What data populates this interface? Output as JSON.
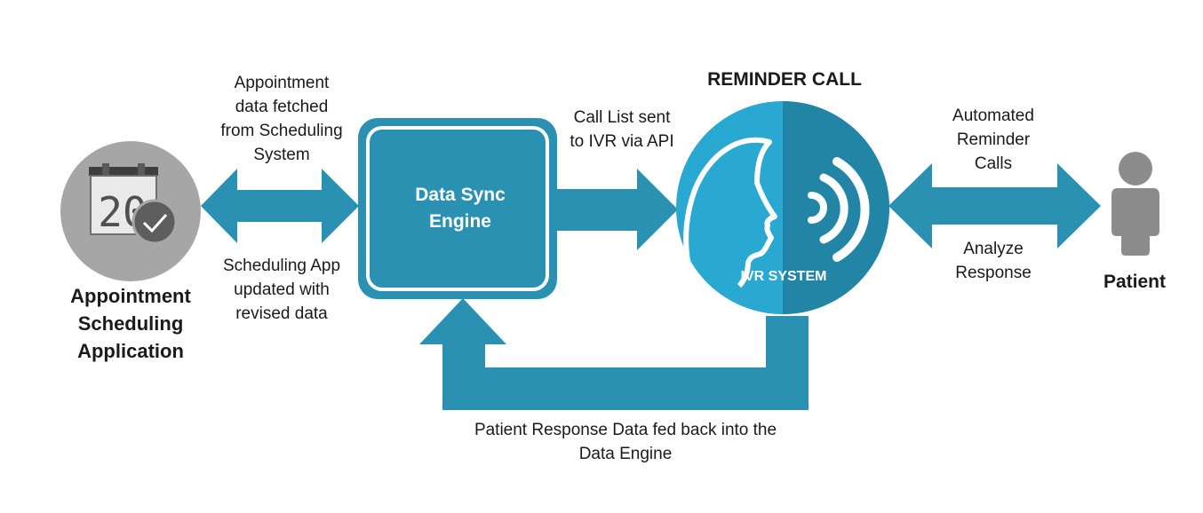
{
  "app_label": [
    "Appointment",
    "Scheduling",
    "Application"
  ],
  "fetch_label": [
    "Appointment",
    "data fetched",
    "from Scheduling",
    "System"
  ],
  "update_label": [
    "Scheduling App",
    "updated with",
    "revised data"
  ],
  "engine_label": [
    "Data Sync",
    "Engine"
  ],
  "calendar_day": "20",
  "call_list_label": [
    "Call List sent",
    "to IVR via API"
  ],
  "reminder_title": "REMINDER CALL",
  "ivr_label": "IVR SYSTEM",
  "automated_label": [
    "Automated",
    "Reminder",
    "Calls"
  ],
  "analyze_label": [
    "Analyze",
    "Response"
  ],
  "patient_label": "Patient",
  "feedback_label": [
    "Patient Response Data fed back into the",
    "Data Engine"
  ],
  "icons": [
    "calendar-icon",
    "checkmark-icon",
    "face-profile-icon",
    "sound-waves-icon",
    "person-icon"
  ],
  "colors": {
    "primary": "#2B91B2",
    "ivr_light": "#29A8D1",
    "ivr_dark": "#2385A6",
    "gray_circle": "#A6A6A6",
    "person": "#8C8C8C"
  }
}
